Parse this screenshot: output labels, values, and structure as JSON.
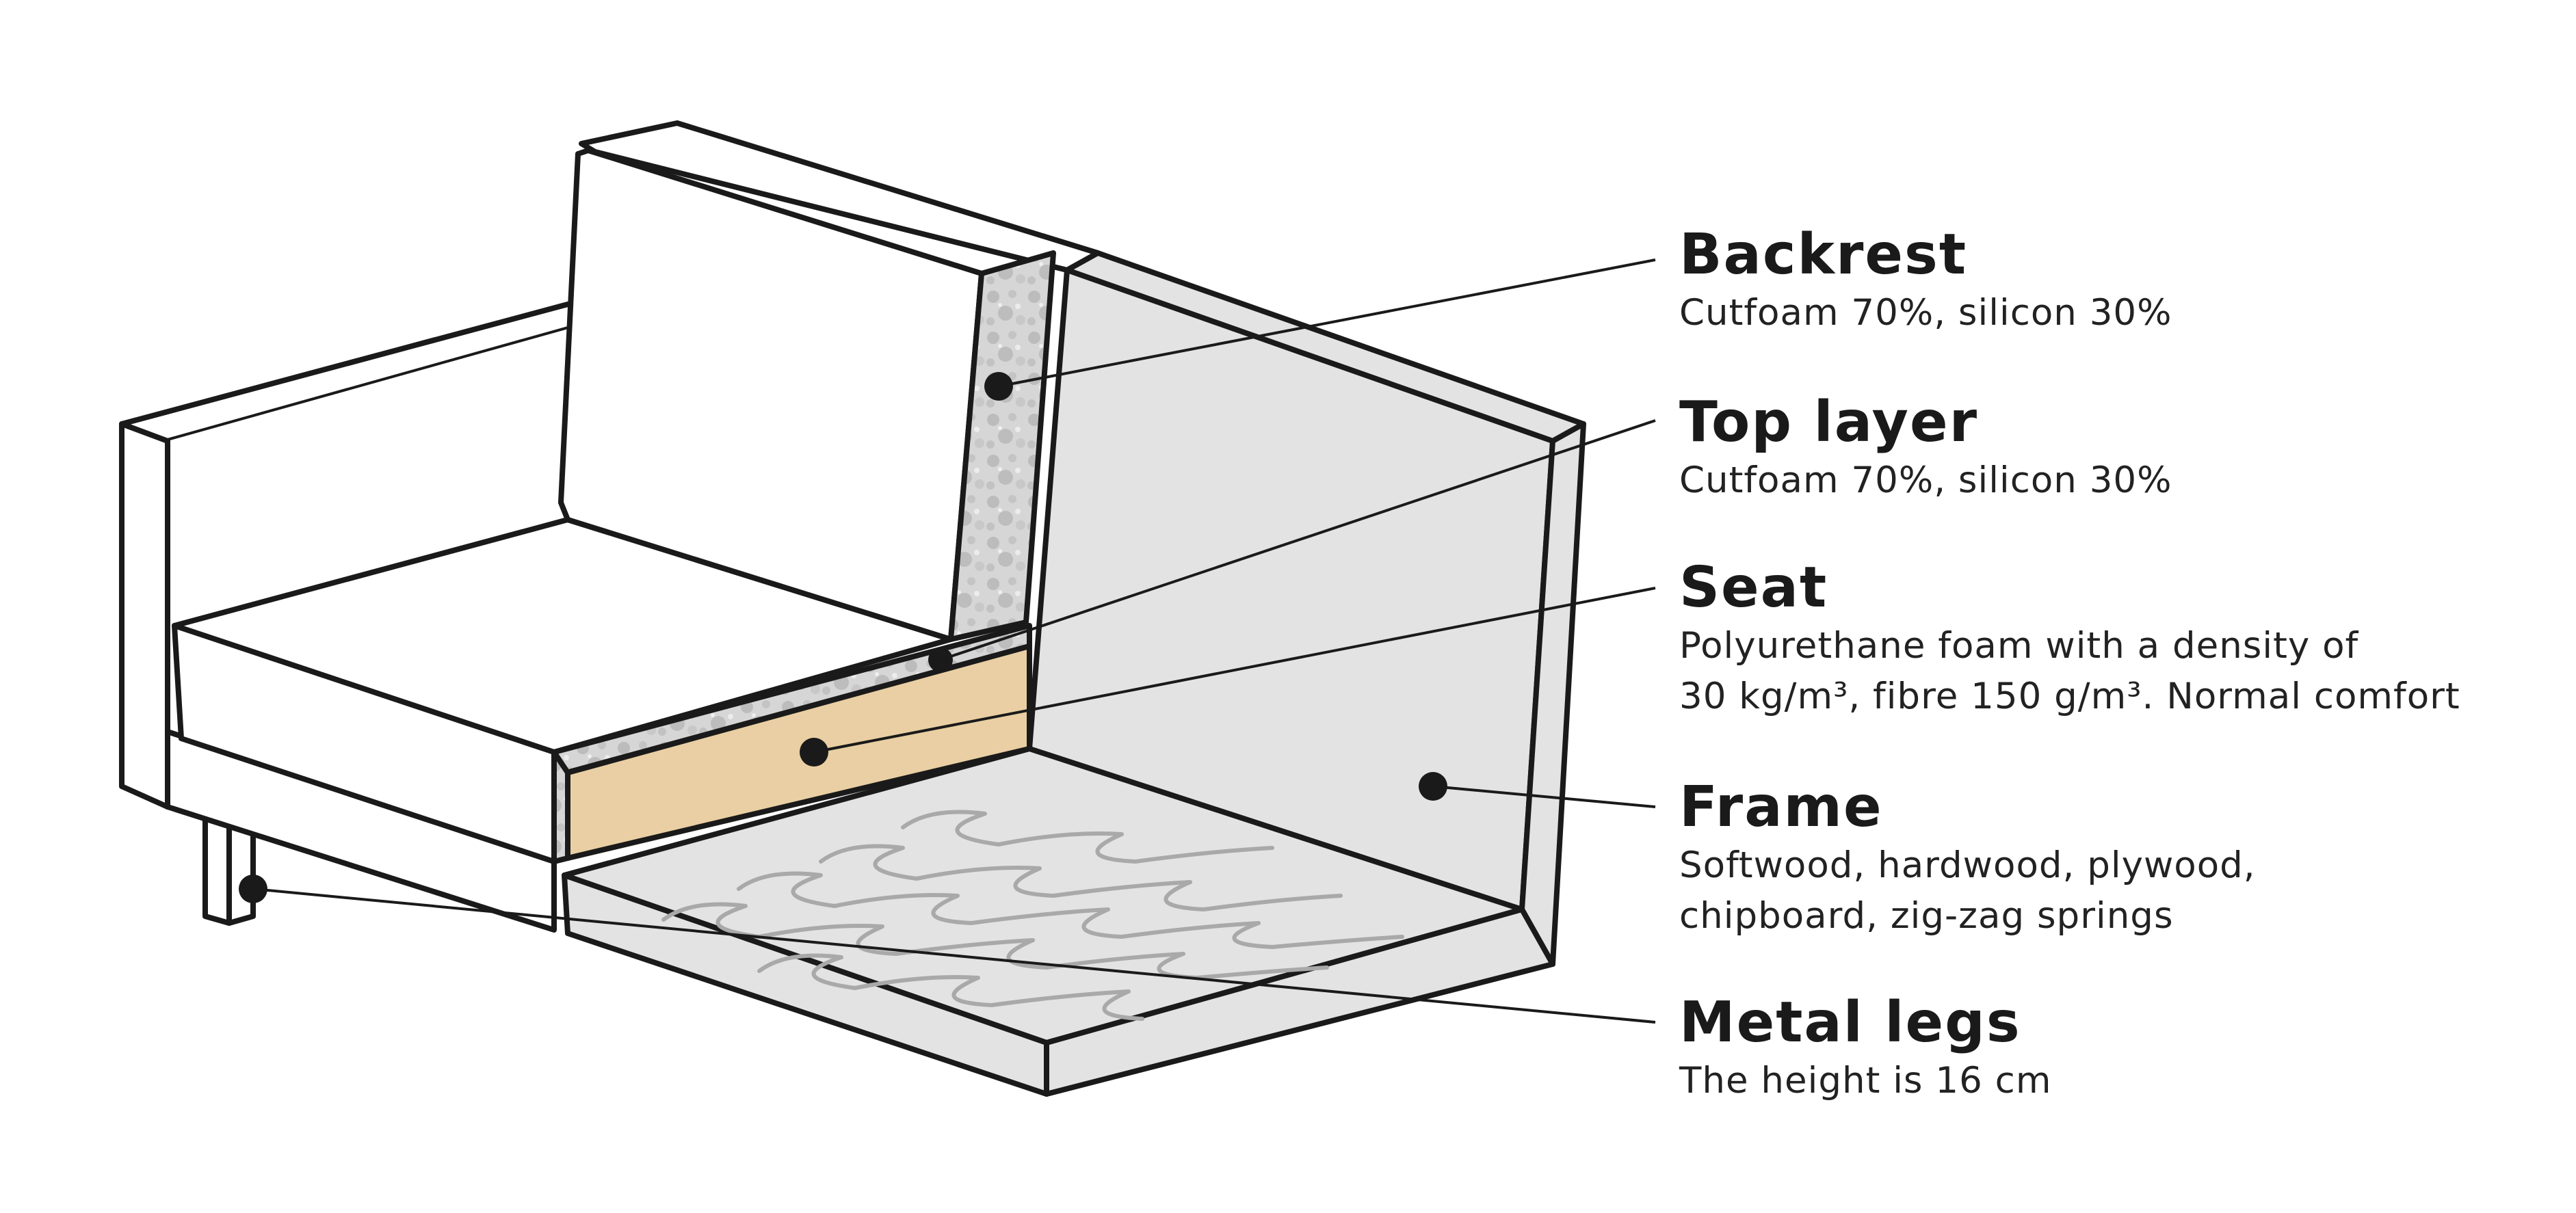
{
  "colors": {
    "outline": "#1a1a1a",
    "frame_fill": "#e3e3e3",
    "seat_foam_fill": "#e9cfa3",
    "cushion_fill": "#ffffff",
    "spring_stroke": "#a9a9a9"
  },
  "labels": [
    {
      "key": "backrest",
      "title": "Backrest",
      "lines": [
        "Cutfoam 70%, silicon 30%"
      ]
    },
    {
      "key": "toplayer",
      "title": "Top layer",
      "lines": [
        "Cutfoam 70%, silicon 30%"
      ]
    },
    {
      "key": "seat",
      "title": "Seat",
      "lines": [
        "Polyurethane foam with a density of",
        "30 kg/m³, fibre 150 g/m³. Normal comfort"
      ]
    },
    {
      "key": "frame",
      "title": "Frame",
      "lines": [
        "Softwood, hardwood, plywood,",
        "chipboard, zig-zag springs"
      ]
    },
    {
      "key": "legs",
      "title": "Metal legs",
      "lines": [
        "The height is 16 cm"
      ]
    }
  ]
}
